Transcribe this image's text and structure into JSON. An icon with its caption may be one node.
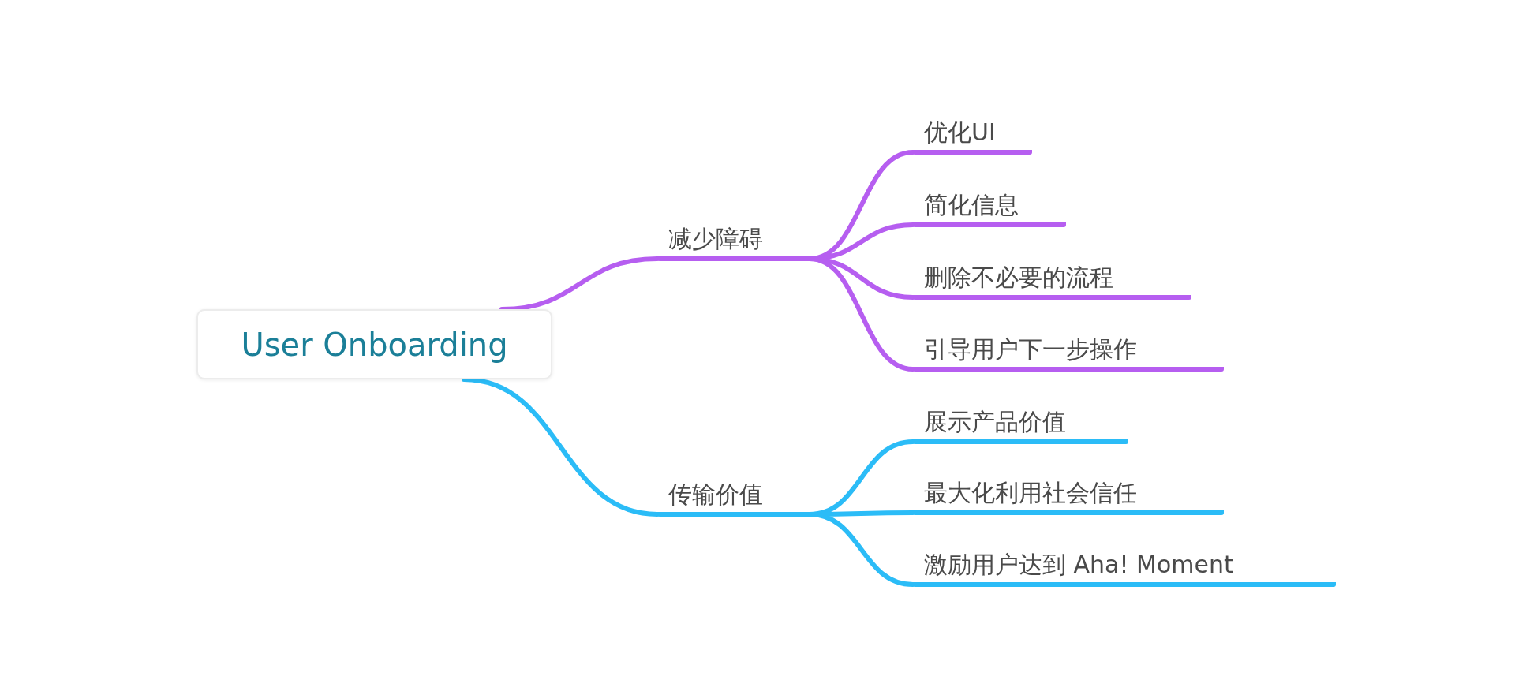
{
  "diagram": {
    "nodes": [
      {
        "text": [
          "User Onboarding"
        ]
      },
      {
        "text": [
          "减少障碍"
        ]
      },
      {
        "text": [
          "传输价值"
        ]
      },
      {
        "text": [
          "优化UI"
        ]
      },
      {
        "text": [
          "简化信息"
        ]
      },
      {
        "text": [
          "删除不必要的流程"
        ]
      },
      {
        "text": [
          "引导用户下一步操作"
        ]
      },
      {
        "text": [
          "展示产品价值"
        ]
      },
      {
        "text": [
          "最大化利用社会信任"
        ]
      },
      {
        "text": [
          "激励用户达到 Aha! Moment"
        ]
      }
    ],
    "edges": [
      {
        "from": 0,
        "to": 1,
        "arrow": "none",
        "color": "#b65ef0"
      },
      {
        "from": 0,
        "to": 2,
        "arrow": "none",
        "color": "#2bbcf7"
      },
      {
        "from": 1,
        "to": 3,
        "arrow": "none",
        "color": "#b65ef0"
      },
      {
        "from": 1,
        "to": 4,
        "arrow": "none",
        "color": "#b65ef0"
      },
      {
        "from": 1,
        "to": 5,
        "arrow": "none",
        "color": "#b65ef0"
      },
      {
        "from": 1,
        "to": 6,
        "arrow": "none",
        "color": "#b65ef0"
      },
      {
        "from": 2,
        "to": 7,
        "arrow": "none",
        "color": "#2bbcf7"
      },
      {
        "from": 2,
        "to": 8,
        "arrow": "none",
        "color": "#2bbcf7"
      },
      {
        "from": 2,
        "to": 9,
        "arrow": "none",
        "color": "#2bbcf7"
      }
    ]
  }
}
